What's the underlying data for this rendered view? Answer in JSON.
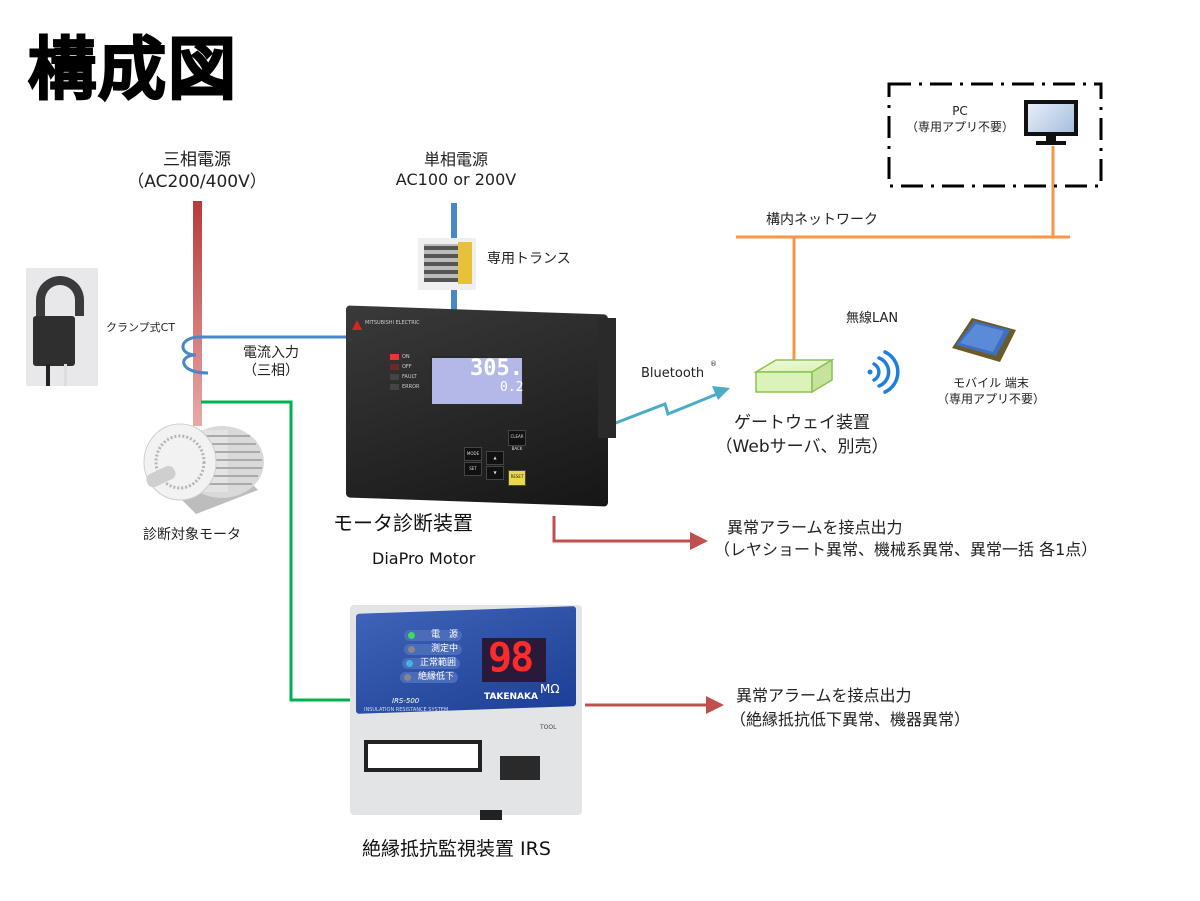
{
  "title": "構成図",
  "power": {
    "three_phase": {
      "name": "三相電源",
      "spec": "（AC200/400V）"
    },
    "single_phase": {
      "name": "単相電源",
      "spec": "AC100 or 200V"
    }
  },
  "transformer_label": "専用トランス",
  "clamp_ct_label": "クランプ式CT",
  "current_input": {
    "line1": "電流入力",
    "line2": "（三相）"
  },
  "motor_label": "診断対象モータ",
  "diapro": {
    "name": "モータ診断装置",
    "model": "DiaPro Motor",
    "brand": "MITSUBISHI ELECTRIC",
    "lcd_main": "305.",
    "lcd_sub": "0.2",
    "leds": [
      "ON",
      "OFF",
      "FAULT",
      "ERROR"
    ],
    "keys": [
      "MODE",
      "▲",
      "SET",
      "▼",
      "CLEAR BACK",
      "RESET"
    ]
  },
  "bluetooth_label": "Bluetooth",
  "bluetooth_mark": "®",
  "gateway": {
    "line1": "ゲートウェイ装置",
    "line2": "（Webサーバ、別売）"
  },
  "network_label": "構内ネットワーク",
  "wireless_label": "無線LAN",
  "mobile": {
    "line1": "モバイル 端末",
    "line2": "（専用アプリ不要）"
  },
  "pc": {
    "line1": "PC",
    "line2": "（専用アプリ不要）"
  },
  "alarm_diapro": {
    "line1": "異常アラームを接点出力",
    "line2": "（レヤショート異常、機械系異常、異常一括  各1点）"
  },
  "alarm_irs": {
    "line1": "異常アラームを接点出力",
    "line2": "（絶縁抵抗低下異常、機器異常）"
  },
  "irs": {
    "name": "絶縁抵抗監視装置 IRS",
    "indicators": [
      "電　源",
      "測定中",
      "正常範囲",
      "絶縁低下"
    ],
    "display_value": "98",
    "unit": "MΩ",
    "model": "IRS-500",
    "system_text": "INSULATION RESISTANCE SYSTEM",
    "brand": "TAKENAKA",
    "tool_label": "TOOL"
  },
  "colors": {
    "three_phase_wire": "#c0504d",
    "current_wire": "#4a86c8",
    "single_phase_wire": "#4a86c8",
    "network_wire": "#f79646",
    "ground_wire": "#00b050",
    "bluetooth_link": "#4bacc6",
    "alarm_arrow": "#c0504d"
  }
}
